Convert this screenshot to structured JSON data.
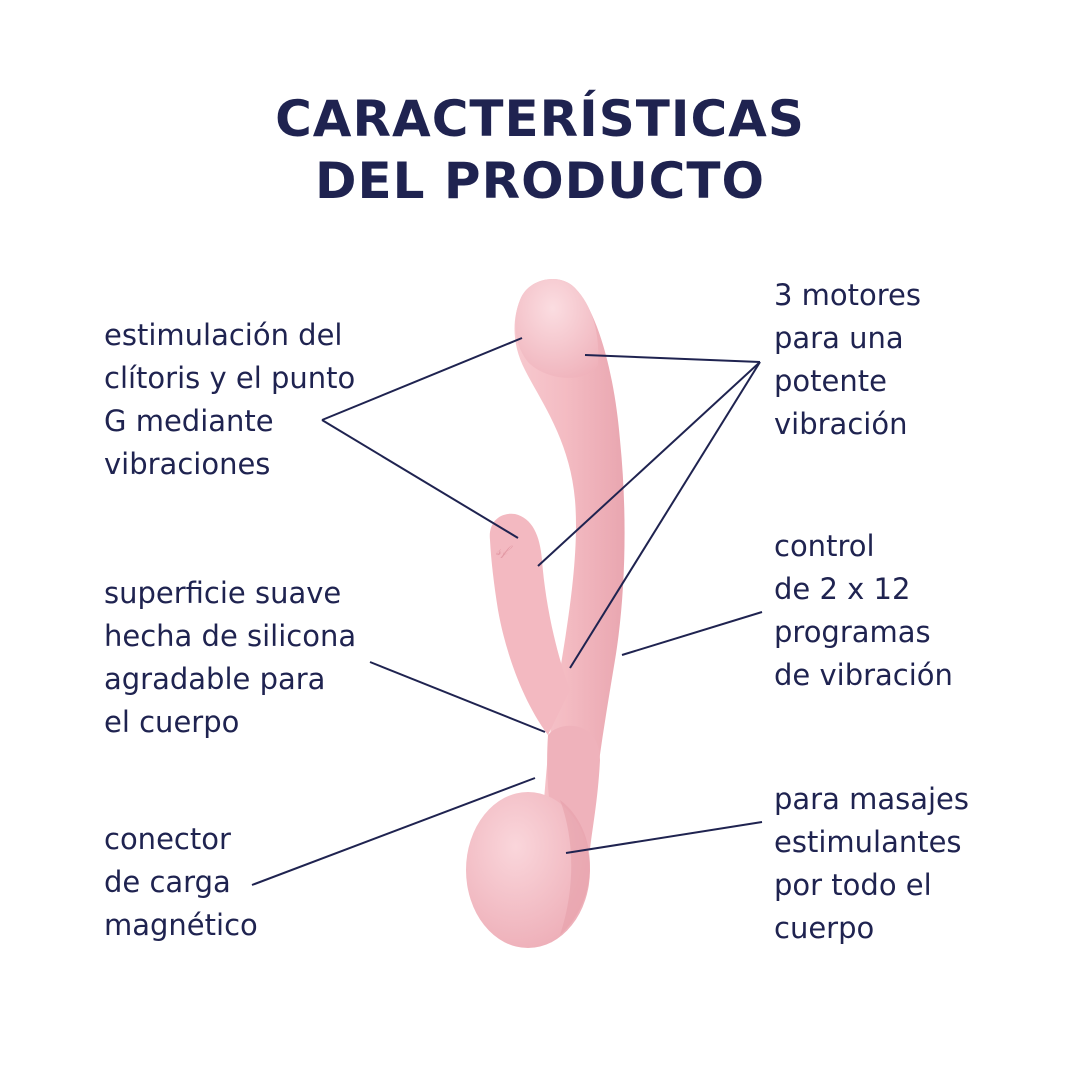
{
  "title": {
    "line1": "CARACTERÍSTICAS",
    "line2": "DEL PRODUCTO"
  },
  "features": {
    "clitoris_g_spot": [
      "estimulación del",
      "clítoris y el punto",
      "G mediante",
      "vibraciones"
    ],
    "silicone_surface": [
      "superficie suave",
      "hecha de silicona",
      "agradable para",
      "el cuerpo"
    ],
    "magnetic_charger": [
      "conector",
      "de carga",
      "magnético"
    ],
    "three_motors": [
      "3 motores",
      "para una",
      "potente",
      "vibración"
    ],
    "vibration_programs": [
      "control",
      "de 2 x 12",
      "programas",
      "de vibración"
    ],
    "full_body_massage": [
      "para masajes",
      "estimulantes",
      "por todo el",
      "cuerpo"
    ]
  },
  "colors": {
    "text": "#1f2350",
    "line": "#1f2350",
    "product_pink": "#f4bcc3",
    "product_highlight": "#fad9dd",
    "product_shadow": "#e9a3ad"
  }
}
